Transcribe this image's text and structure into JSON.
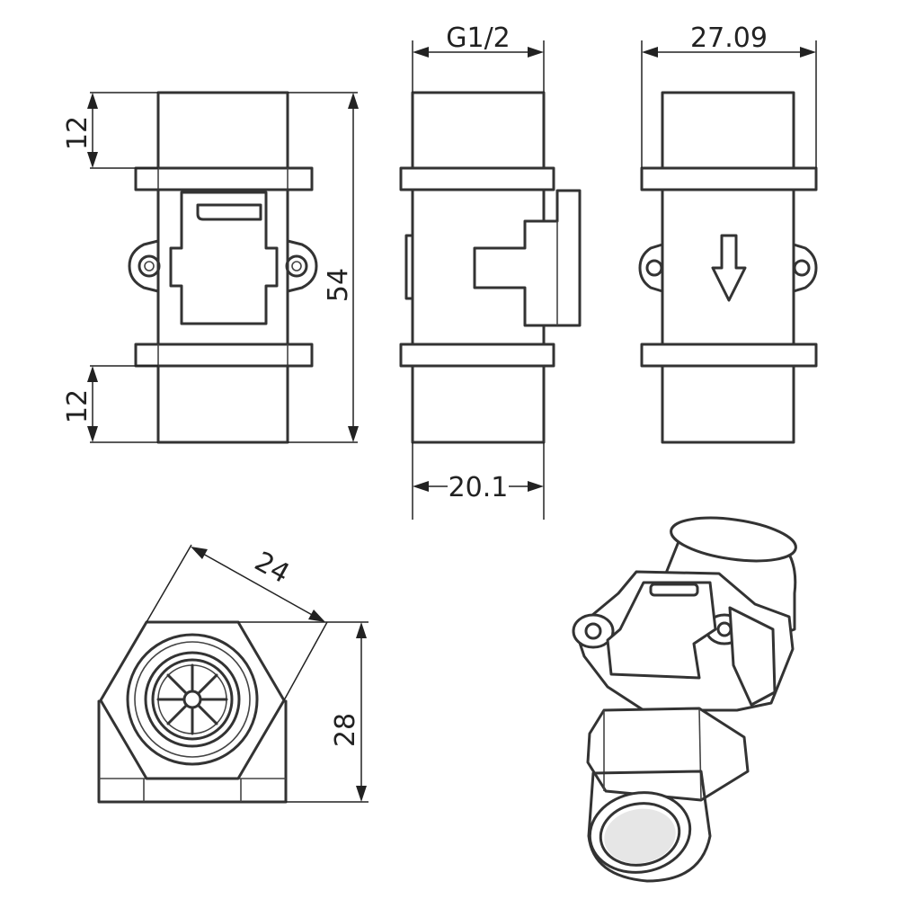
{
  "dimensions": {
    "thread_top_length": "12",
    "thread_bottom_length": "12",
    "overall_length": "54",
    "thread_spec": "G1/2",
    "thread_diameter": "20.1",
    "width_across": "27.09",
    "hex_flats": "24",
    "height_end": "28"
  },
  "icons": {
    "flow_direction": "down-arrow-icon"
  },
  "colors": {
    "line": "#333333",
    "background": "#ffffff"
  }
}
